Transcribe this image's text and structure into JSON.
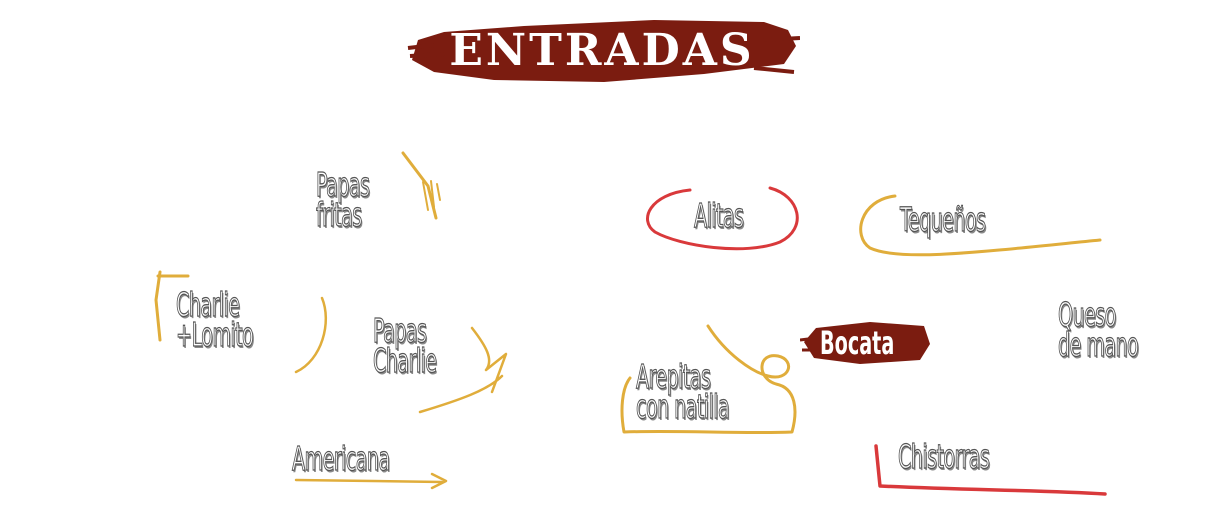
{
  "title": "ENTRADAS",
  "colors": {
    "brand_red": "#7b1c10",
    "gold": "#e0ad3b",
    "red": "#d9393b"
  },
  "items": {
    "papas_fritas": [
      "Papas",
      "fritas"
    ],
    "alitas": "Alitas",
    "tequenos": "Tequeños",
    "charlie_lomito": [
      "Charlie",
      "+Lomito"
    ],
    "papas_charlie": [
      "Papas",
      "Charlie"
    ],
    "queso_de_mano": [
      "Queso",
      "de mano"
    ],
    "bocata": "Bocata",
    "arepitas_natilla": [
      "Arepitas",
      "con natilla"
    ],
    "americana": "Americana",
    "chistorras": "Chistorras"
  }
}
